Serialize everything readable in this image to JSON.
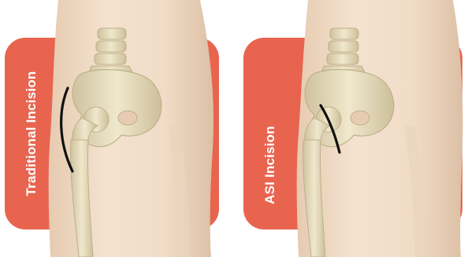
{
  "panels": [
    {
      "label": "Traditional Incision",
      "icon": "long-curved-incision-line"
    },
    {
      "label": "ASI Incision",
      "icon": "short-incision-line"
    }
  ],
  "colors": {
    "accent": "#e8644f",
    "skin": "#f1dcc7",
    "skin_shadow": "#dcc0a5",
    "bone": "#ece3c6",
    "bone_shadow": "#c9bd98",
    "incision": "#111111"
  }
}
